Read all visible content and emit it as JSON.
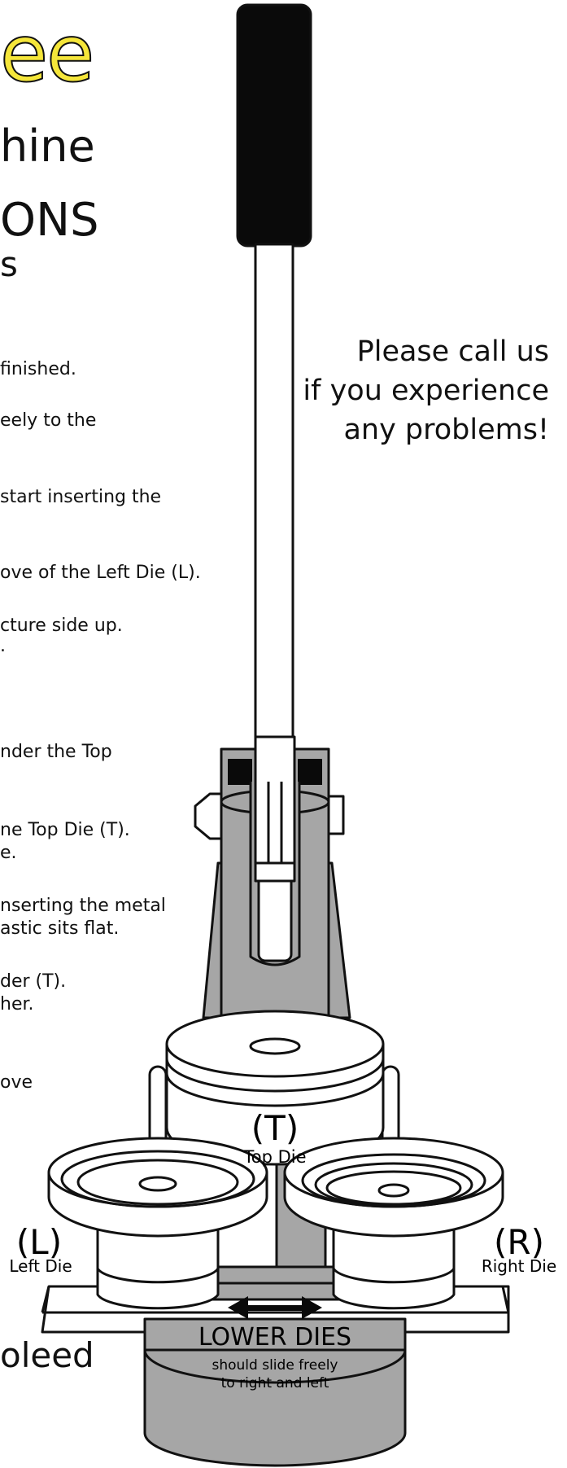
{
  "header": {
    "title_fragment": "ee",
    "line2": "hine",
    "line3": "ONS",
    "line4": "s"
  },
  "steps": [
    "finished.",
    "eely to the",
    "start inserting the",
    "ove of the Left Die (L).",
    "cture side up.",
    ".",
    "nder the Top",
    "ne Top Die (T).",
    "e.",
    "nserting the metal",
    "astic sits flat.",
    "der (T).",
    "her.",
    "ove"
  ],
  "callout": {
    "line1": "Please call us",
    "line2": "if you experience",
    "line3": "any problems!"
  },
  "bottom": {
    "word": "oleed"
  },
  "diagram": {
    "top_die_letter": "(T)",
    "top_die_label": "Top Die",
    "left_die_letter": "(L)",
    "left_die_label": "Left Die",
    "right_die_letter": "(R)",
    "right_die_label": "Right Die",
    "lower_dies_title": "LOWER DIES",
    "lower_dies_note1": "should slide freely",
    "lower_dies_note2": "to right and left",
    "colors": {
      "machine_gray": "#a6a6a6",
      "handle_black": "#0a0a0a",
      "title_yellow": "#f5e63a"
    }
  }
}
